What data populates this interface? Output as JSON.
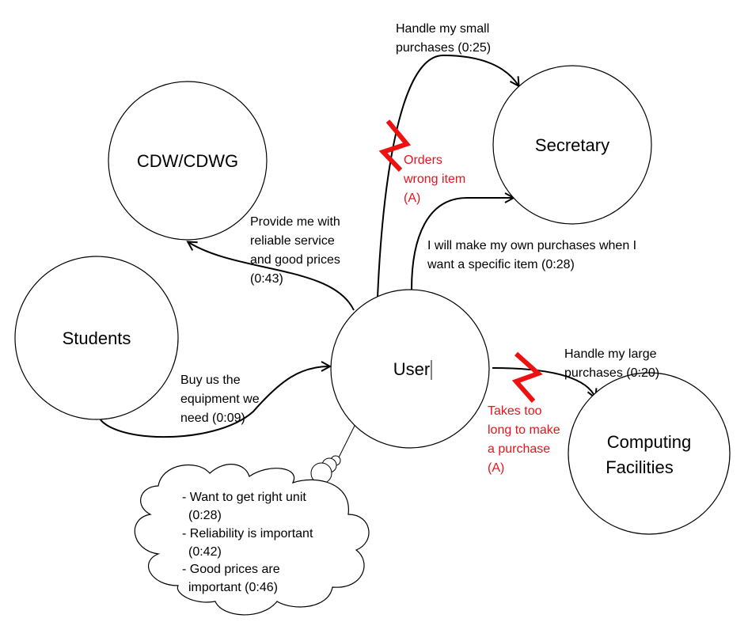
{
  "nodes": {
    "cdw": "CDW/CDWG",
    "secretary": "Secretary",
    "students": "Students",
    "user": "User",
    "computing": [
      "Computing",
      "Facilities"
    ]
  },
  "edges": {
    "small_purchases": [
      "Handle my small",
      "purchases (0:25)"
    ],
    "own_purchases": [
      "I will make my own purchases when I",
      "want a specific item (0:28)"
    ],
    "cdw_service": [
      "Provide me with",
      "reliable service",
      "and good prices",
      "(0:43)"
    ],
    "students_buy": [
      "Buy us the",
      "equipment we",
      "need (0:09)"
    ],
    "large_purchases": [
      "Handle my large",
      "purchases (0:20)"
    ]
  },
  "breakdowns": {
    "orders_wrong": [
      "Orders",
      "wrong item",
      "(A)"
    ],
    "takes_too_long": [
      "Takes too",
      "long to make",
      "a purchase",
      "(A)"
    ]
  },
  "thought": [
    "- Want to get right unit",
    "(0:28)",
    "-  Reliability is important",
    "(0:42)",
    "- Good prices are",
    "important (0:46)"
  ],
  "colors": {
    "breakdown": "#e8141c"
  }
}
